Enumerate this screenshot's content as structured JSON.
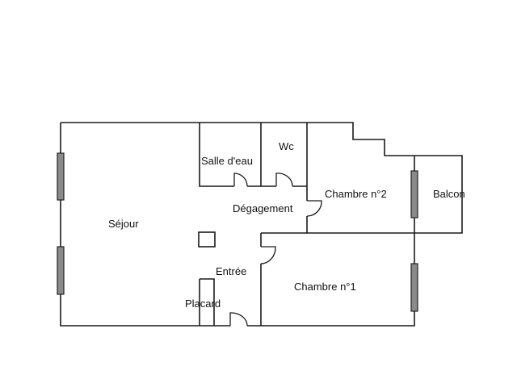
{
  "plan": {
    "rooms": {
      "sejour": "Séjour",
      "salle_deau": "Salle d'eau",
      "wc": "Wc",
      "degagement": "Dégagement",
      "chambre2": "Chambre n°2",
      "balcon": "Balcon",
      "entree": "Entrée",
      "chambre1": "Chambre n°1",
      "placard": "Placard"
    }
  }
}
